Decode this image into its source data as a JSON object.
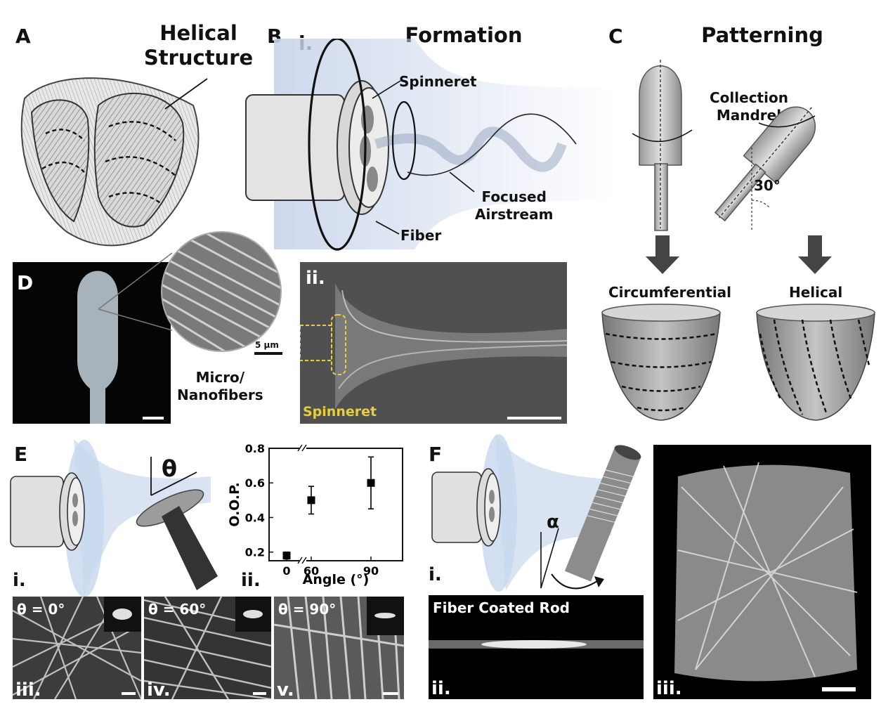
{
  "panels": {
    "A": {
      "label": "A",
      "title_line1": "Helical",
      "title_line2": "Structure"
    },
    "B": {
      "label": "B",
      "title": "Formation",
      "sub_i": "i.",
      "sub_ii": "ii.",
      "spinneret": "Spinneret",
      "fiber": "Fiber",
      "airstream_line1": "Focused",
      "airstream_line2": "Airstream",
      "ii_caption": "Spinneret"
    },
    "C": {
      "label": "C",
      "title": "Patterning",
      "mandrel_line1": "Collection",
      "mandrel_line2": "Mandrel",
      "angle": "30°",
      "circ": "Circumferential",
      "helical": "Helical"
    },
    "D": {
      "label": "D",
      "scale": "5 µm",
      "fib_line1": "Micro/",
      "fib_line2": "Nanofibers"
    },
    "E": {
      "label": "E",
      "theta": "θ",
      "sub_i": "i.",
      "sub_ii": "ii.",
      "sem": [
        {
          "label": "θ = 0°",
          "roman": "iii."
        },
        {
          "label": "θ = 60°",
          "roman": "iv."
        },
        {
          "label": "θ = 90°",
          "roman": "v."
        }
      ]
    },
    "F": {
      "label": "F",
      "alpha": "α",
      "sub_i": "i.",
      "sub_ii": "ii.",
      "sub_iii": "iii.",
      "rod_caption": "Fiber Coated Rod"
    }
  },
  "chart_data": {
    "type": "scatter",
    "xlabel": "Angle (°)",
    "ylabel": "O.O.P.",
    "x": [
      0,
      60,
      90
    ],
    "y": [
      0.18,
      0.5,
      0.6
    ],
    "yerr": [
      0.02,
      0.08,
      0.15
    ],
    "x_ticks": [
      "0",
      "60",
      "90"
    ],
    "y_ticks": [
      "0.2",
      "0.4",
      "0.6",
      "0.8"
    ],
    "ylim": [
      0.15,
      0.8
    ],
    "axis_break": true,
    "marker": "square",
    "color": "#000000"
  }
}
